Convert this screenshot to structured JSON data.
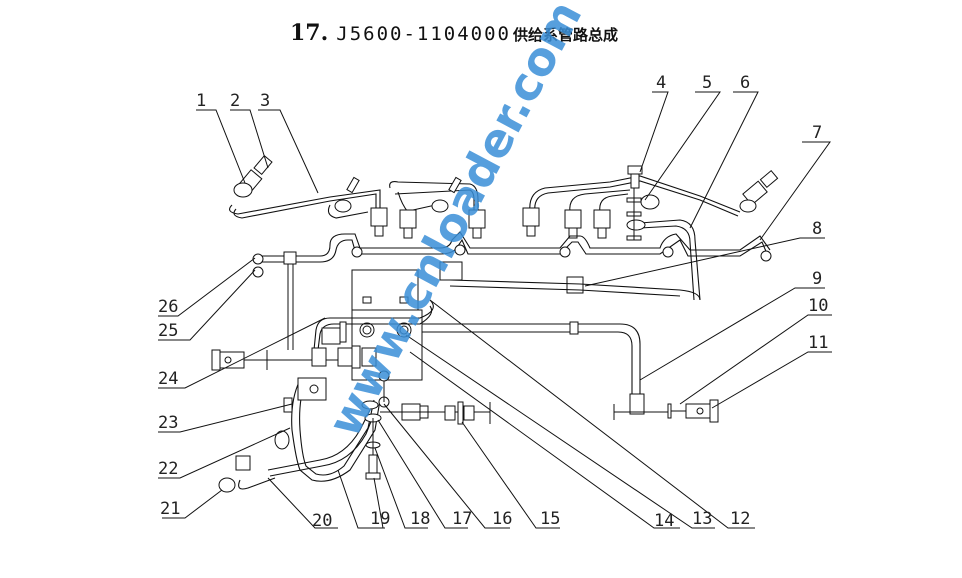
{
  "title": {
    "number": "17.",
    "code": "J5600-1104000",
    "name": "供给系管路总成"
  },
  "watermark": "www.cnloader.com",
  "callouts": [
    {
      "id": "1",
      "label": "1"
    },
    {
      "id": "2",
      "label": "2"
    },
    {
      "id": "3",
      "label": "3"
    },
    {
      "id": "4",
      "label": "4"
    },
    {
      "id": "5",
      "label": "5"
    },
    {
      "id": "6",
      "label": "6"
    },
    {
      "id": "7",
      "label": "7"
    },
    {
      "id": "8",
      "label": "8"
    },
    {
      "id": "9",
      "label": "9"
    },
    {
      "id": "10",
      "label": "10"
    },
    {
      "id": "11",
      "label": "11"
    },
    {
      "id": "12",
      "label": "12"
    },
    {
      "id": "13",
      "label": "13"
    },
    {
      "id": "14",
      "label": "14"
    },
    {
      "id": "15",
      "label": "15"
    },
    {
      "id": "16",
      "label": "16"
    },
    {
      "id": "17",
      "label": "17"
    },
    {
      "id": "18",
      "label": "18"
    },
    {
      "id": "19",
      "label": "19"
    },
    {
      "id": "20",
      "label": "20"
    },
    {
      "id": "21",
      "label": "21"
    },
    {
      "id": "22",
      "label": "22"
    },
    {
      "id": "23",
      "label": "23"
    },
    {
      "id": "24",
      "label": "24"
    },
    {
      "id": "25",
      "label": "25"
    },
    {
      "id": "26",
      "label": "26"
    }
  ]
}
